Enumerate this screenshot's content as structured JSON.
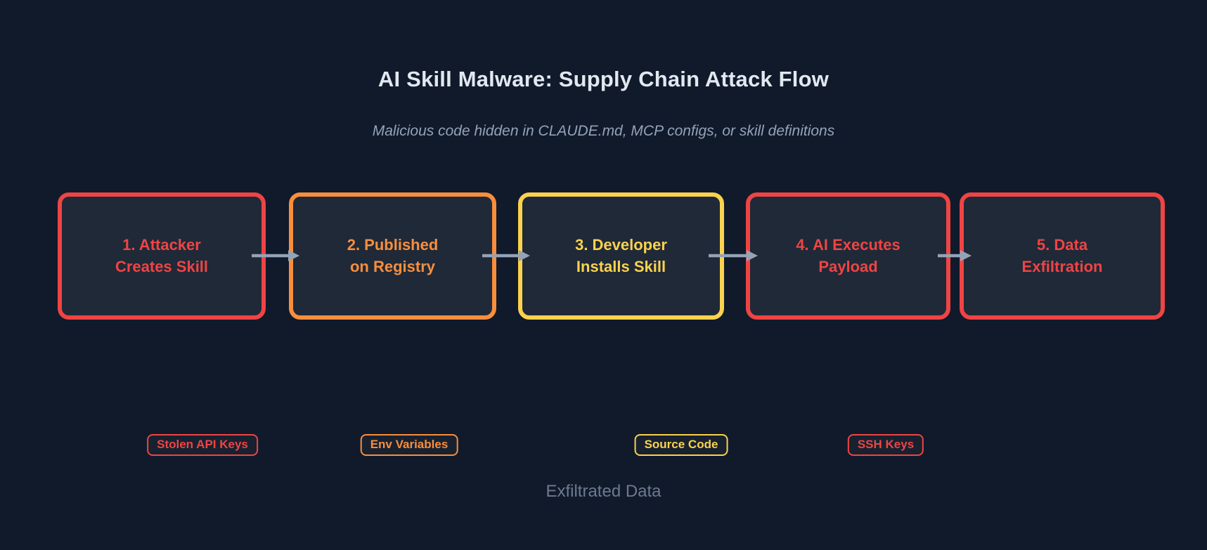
{
  "title": "AI Skill Malware: Supply Chain Attack Flow",
  "subtitle": "Malicious code hidden in CLAUDE.md, MCP configs, or skill definitions",
  "footer": {
    "label": "Exfiltrated Data"
  },
  "colors": {
    "background": "#111A2B",
    "node_fill": "#1F2937",
    "badge_fill": "#18212F",
    "red": "#EF4444",
    "orange": "#F98E3D",
    "yellow": "#FBD24E",
    "arrow": "#94A3B8",
    "title_text": "#E2E8F0",
    "subtitle_text": "#94A3B8",
    "footer_text": "#6C7A90"
  },
  "flow": {
    "nodes": [
      {
        "line1": "1. Attacker",
        "line2": "Creates Skill",
        "color": "red"
      },
      {
        "line1": "2. Published",
        "line2": "on Registry",
        "color": "orange"
      },
      {
        "line1": "3. Developer",
        "line2": "Installs Skill",
        "color": "yellow"
      },
      {
        "line1": "4. AI Executes",
        "line2": "Payload",
        "color": "red"
      },
      {
        "line1": "5. Data",
        "line2": "Exfiltration",
        "color": "red"
      }
    ]
  },
  "badges": [
    {
      "label": "Stolen API Keys",
      "color": "red"
    },
    {
      "label": "Env Variables",
      "color": "orange"
    },
    {
      "label": "Source Code",
      "color": "yellow"
    },
    {
      "label": "SSH Keys",
      "color": "red"
    }
  ]
}
